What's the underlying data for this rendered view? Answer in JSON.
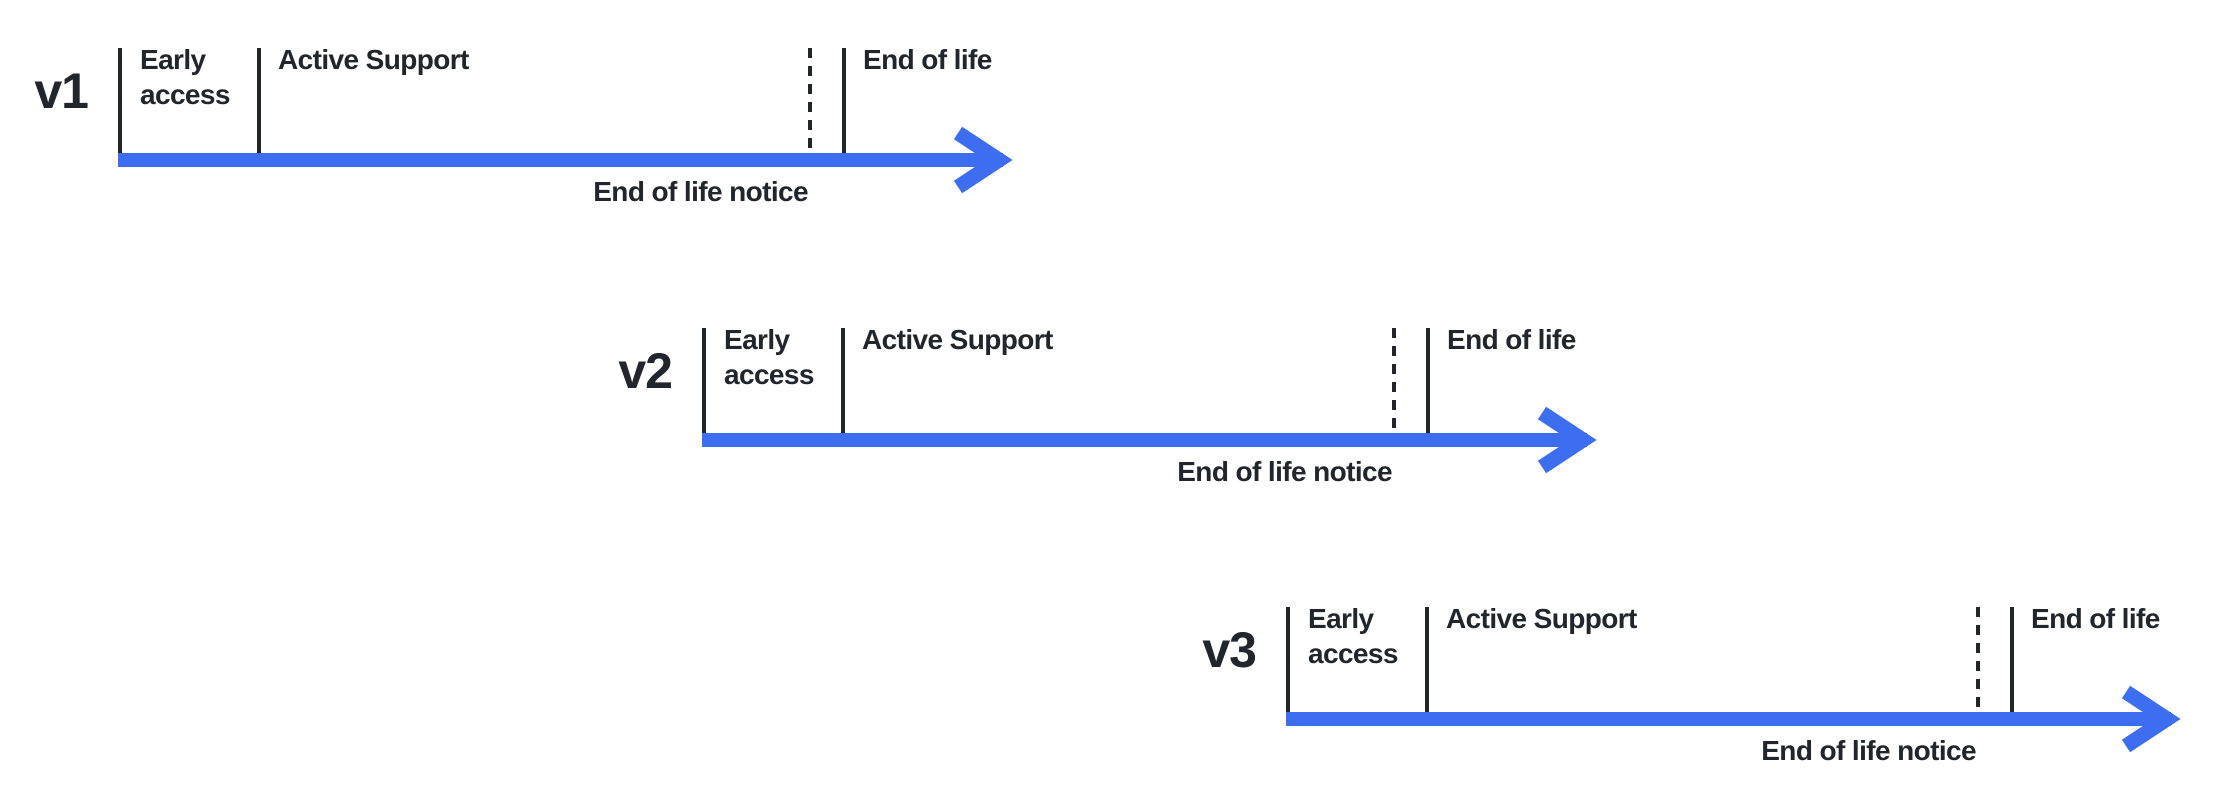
{
  "diagram": {
    "colors": {
      "accent": "#3D6EF2",
      "ink": "#21252C"
    },
    "rows": [
      {
        "version": "v1",
        "early_access": "Early access",
        "active_support": "Active Support",
        "end_of_life": "End of life",
        "end_of_life_notice": "End of life notice"
      },
      {
        "version": "v2",
        "early_access": "Early access",
        "active_support": "Active Support",
        "end_of_life": "End of life",
        "end_of_life_notice": "End of life notice"
      },
      {
        "version": "v3",
        "early_access": "Early access",
        "active_support": "Active Support",
        "end_of_life": "End of life",
        "end_of_life_notice": "End of life notice"
      }
    ]
  }
}
